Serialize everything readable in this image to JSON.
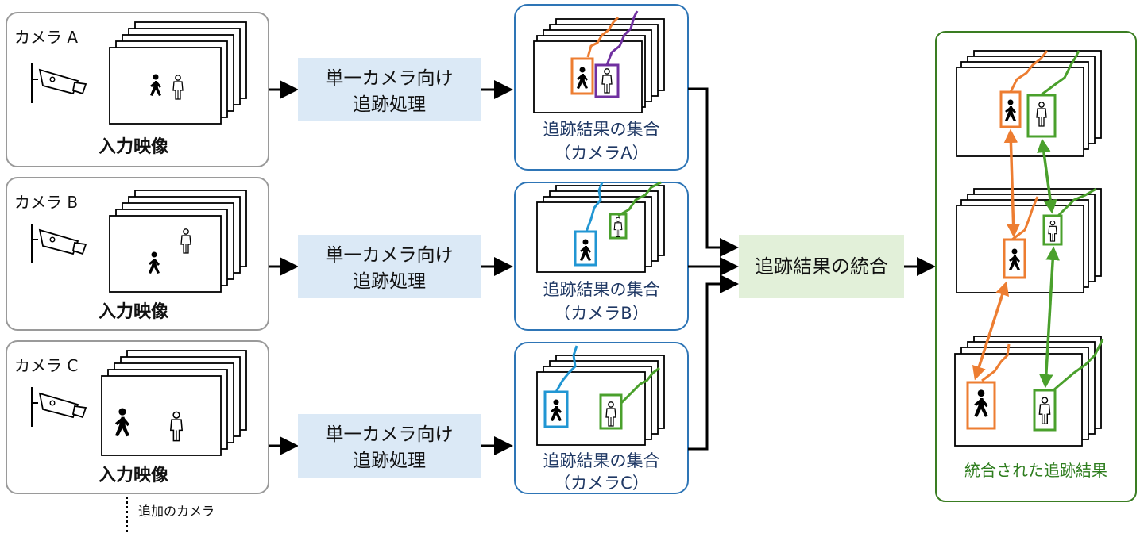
{
  "cameras": [
    {
      "label": "カメラ A",
      "input_label": "入力映像",
      "process_label_line1": "単一カメラ向け",
      "process_label_line2": "追跡処理",
      "result_label_line1": "追跡結果の集合",
      "result_label_line2": "（カメラA）"
    },
    {
      "label": "カメラ B",
      "input_label": "入力映像",
      "process_label_line1": "単一カメラ向け",
      "process_label_line2": "追跡処理",
      "result_label_line1": "追跡結果の集合",
      "result_label_line2": "（カメラB）"
    },
    {
      "label": "カメラ C",
      "input_label": "入力映像",
      "process_label_line1": "単一カメラ向け",
      "process_label_line2": "追跡処理",
      "result_label_line1": "追跡結果の集合",
      "result_label_line2": "（カメラC）"
    }
  ],
  "additional_cameras_label": "追加のカメラ",
  "integration_label": "追跡結果の統合",
  "integrated_result_label": "統合された追跡結果",
  "colors": {
    "process_box": "#dbe9f6",
    "integration_box": "#e2f0d9",
    "result_border": "#2e75b6",
    "final_border": "#3a7d22",
    "track_orange": "#ed7d31",
    "track_purple": "#7030a0",
    "track_green": "#4aa02c",
    "track_blue": "#2196d3",
    "camera_border": "#9a9a9a"
  }
}
